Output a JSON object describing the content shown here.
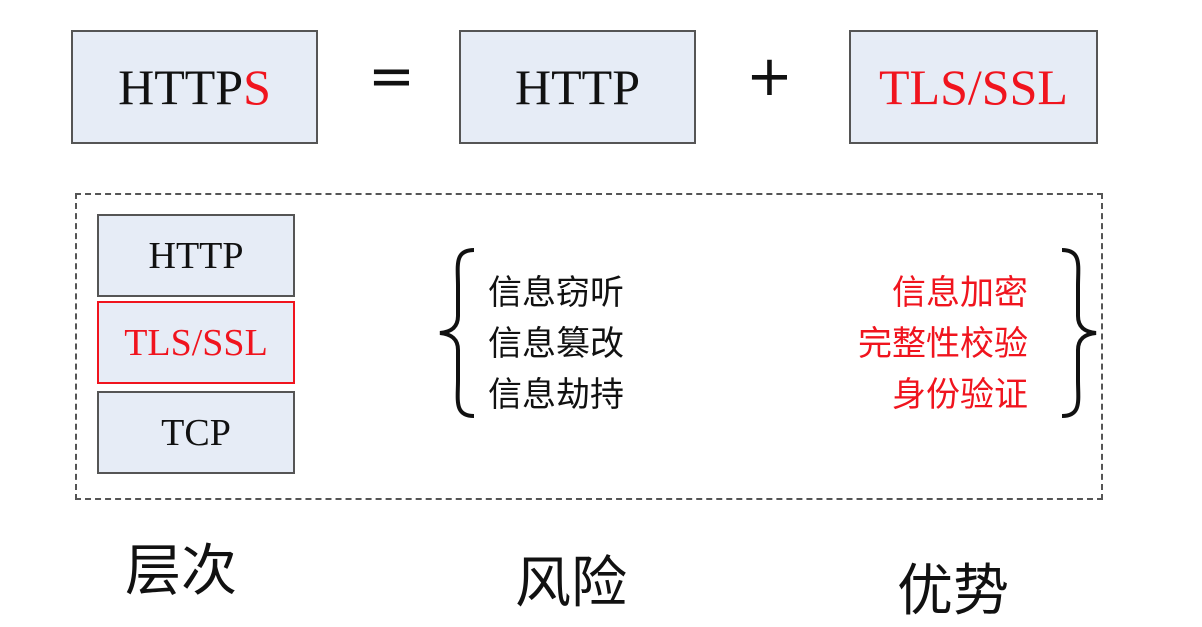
{
  "equation": {
    "https_main": "HTTP",
    "https_suffix": "S",
    "equals": "=",
    "http": "HTTP",
    "plus": "+",
    "tls": "TLS/SSL"
  },
  "layers": [
    "HTTP",
    "TLS/SSL",
    "TCP"
  ],
  "risks": [
    "信息窃听",
    "信息篡改",
    "信息劫持"
  ],
  "advantages": [
    "信息加密",
    "完整性校验",
    "身份验证"
  ],
  "labels": {
    "layers": "层次",
    "risks": "风险",
    "advantages": "优势"
  },
  "colors": {
    "accent": "#f0141e",
    "box_fill": "#e6ecf6"
  }
}
